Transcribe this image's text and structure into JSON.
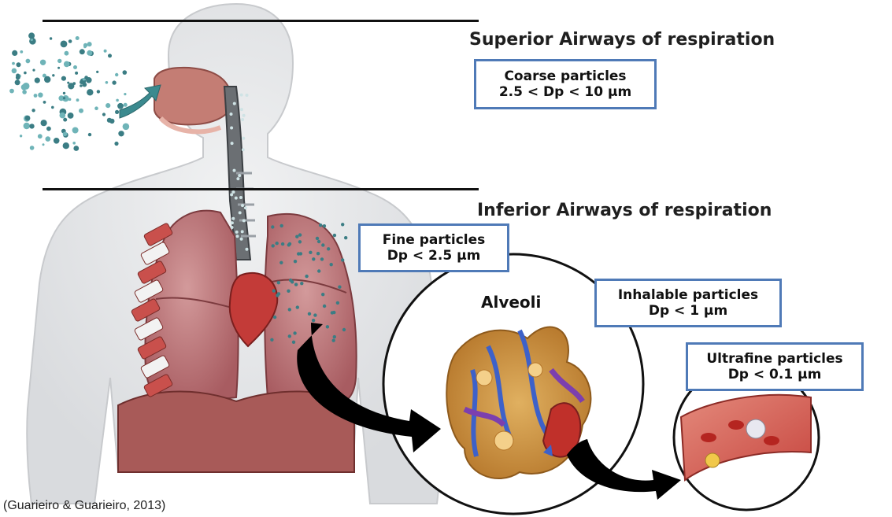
{
  "headings": {
    "superior": "Superior Airways of respiration",
    "inferior": "Inferior Airways of respiration"
  },
  "boxes": {
    "coarse": {
      "line1": "Coarse particles",
      "line2": "2.5 < Dp < 10  µm"
    },
    "fine": {
      "line1": "Fine particles",
      "line2": "Dp < 2.5  µm"
    },
    "inhalable": {
      "line1": "Inhalable particles",
      "line2": "Dp < 1  µm"
    },
    "ultrafine": {
      "line1": "Ultrafine particles",
      "line2": "Dp < 0.1  µm"
    }
  },
  "alveoli_label": "Alveoli",
  "citation": "(Guarieiro & Guarieiro, 2013)",
  "colors": {
    "box_border": "#4f7ab7",
    "lung": "#b76a6e",
    "rib": "#c9504c",
    "particle": "#3b7d84",
    "vessel_blue": "#3d61c9",
    "alveolus_gold": "#c98b2c",
    "blood_red": "#c0302a"
  }
}
